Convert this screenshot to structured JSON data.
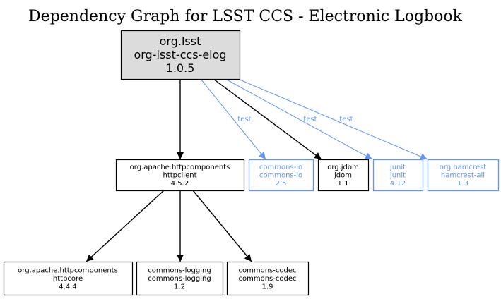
{
  "title": "Dependency Graph for LSST CCS - Electronic Logbook",
  "colors": {
    "compile": "#000000",
    "test": "#6495ed",
    "root_fill": "#dcdcdc"
  },
  "nodes": [
    {
      "id": "root",
      "lines": [
        "org.lsst",
        "org-lsst-ccs-elog",
        "1.0.5"
      ],
      "scope": "root"
    },
    {
      "id": "httpclient",
      "lines": [
        "org.apache.httpcomponents",
        "httpclient",
        "4.5.2"
      ],
      "scope": "compile"
    },
    {
      "id": "commons-io",
      "lines": [
        "commons-io",
        "commons-io",
        "2.5"
      ],
      "scope": "test"
    },
    {
      "id": "jdom",
      "lines": [
        "org.jdom",
        "jdom",
        "1.1"
      ],
      "scope": "compile"
    },
    {
      "id": "junit",
      "lines": [
        "junit",
        "junit",
        "4.12"
      ],
      "scope": "test"
    },
    {
      "id": "hamcrest",
      "lines": [
        "org.hamcrest",
        "hamcrest-all",
        "1.3"
      ],
      "scope": "test"
    },
    {
      "id": "httpcore",
      "lines": [
        "org.apache.httpcomponents",
        "httpcore",
        "4.4.4"
      ],
      "scope": "compile"
    },
    {
      "id": "commons-logging",
      "lines": [
        "commons-logging",
        "commons-logging",
        "1.2"
      ],
      "scope": "compile"
    },
    {
      "id": "commons-codec",
      "lines": [
        "commons-codec",
        "commons-codec",
        "1.9"
      ],
      "scope": "compile"
    }
  ],
  "edges": [
    {
      "from": "root",
      "to": "httpclient",
      "scope": "compile",
      "label": ""
    },
    {
      "from": "root",
      "to": "commons-io",
      "scope": "test",
      "label": "test"
    },
    {
      "from": "root",
      "to": "jdom",
      "scope": "compile",
      "label": ""
    },
    {
      "from": "root",
      "to": "junit",
      "scope": "test",
      "label": "test"
    },
    {
      "from": "root",
      "to": "hamcrest",
      "scope": "test",
      "label": "test"
    },
    {
      "from": "httpclient",
      "to": "httpcore",
      "scope": "compile",
      "label": ""
    },
    {
      "from": "httpclient",
      "to": "commons-logging",
      "scope": "compile",
      "label": ""
    },
    {
      "from": "httpclient",
      "to": "commons-codec",
      "scope": "compile",
      "label": ""
    }
  ]
}
